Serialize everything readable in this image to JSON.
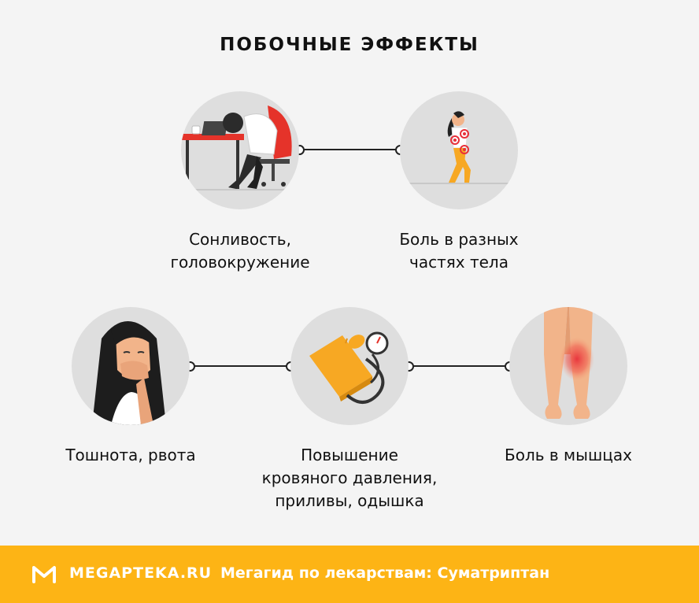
{
  "title": "ПОБОЧНЫЕ ЭФФЕКТЫ",
  "effects": {
    "drowsiness": {
      "line1": "Сонливость,",
      "line2": "головокружение"
    },
    "body_pain": {
      "line1": "Боль в разных",
      "line2": "частях тела"
    },
    "nausea": {
      "line1": "Тошнота, рвота"
    },
    "pressure": {
      "line1": "Повышение",
      "line2": "кровяного давления,",
      "line3": "приливы, одышка"
    },
    "muscle_pain": {
      "line1": "Боль в мышцах"
    }
  },
  "footer": {
    "logo_icon": "megaptека-m-logo-icon",
    "brand": "MEGAPTEKA.RU",
    "tagline": "Мегагид по лекарствам: Суматриптан"
  },
  "colors": {
    "accent": "#fdb415",
    "circle": "#dedede",
    "pain_red": "#e8303a"
  }
}
